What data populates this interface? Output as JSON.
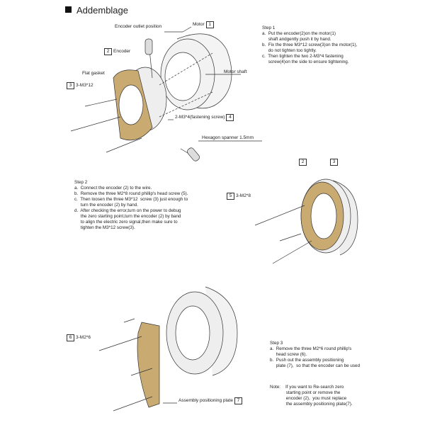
{
  "title": "Addemblage",
  "diagram1": {
    "encoder_outlet": "Encoder outlet position",
    "motor": "Motor",
    "motor_num": "1",
    "encoder": "Encoder",
    "encoder_num": "2",
    "flat_gasket": "Flat gasket",
    "screw3": "3-M3*12",
    "screw3_num": "3",
    "motor_shaft": "Motor shaft",
    "fastening": "2-M3*4(fastening screw)",
    "fastening_num": "4",
    "spanner": "Hexagon spanner 1.5mm"
  },
  "diagram2": {
    "num2": "2",
    "num3": "3",
    "screw5": "3-M2*8",
    "screw5_num": "5"
  },
  "diagram3": {
    "screw6": "3-M2*6",
    "screw6_num": "6",
    "plate": "Assembly positioning plate",
    "plate_num": "7"
  },
  "step1": {
    "heading": "Step 1",
    "lines": [
      "a.  Put the encoder(2)on the motor(1)",
      "     shaft andgently push it by hand.",
      "b.  Fix the three M3*12 screw(3)on the motor(1),",
      "     do not tighten too tightly.",
      "c.  Then tighten the two 2-M3*4 fastening",
      "     screw(4)on the side to ensure tightening."
    ]
  },
  "step2": {
    "heading": "Step 2",
    "lines": [
      "a.  Connect the encoder (2) to the wire.",
      "b.  Remove the three M2*8 round phillip's head screw (5).",
      "c.  Then loosen the three M3*12  screw (3) just enough to",
      "     turn the encoder (2) by hand.",
      "d.  After checking the error,turn on the power to debug",
      "     the zero starting point,turn the encoder (2) by band",
      "     to align the electric zero signal,then make sure to",
      "     tighten the M3*12 screw(3)."
    ]
  },
  "step3": {
    "heading": "Step 3",
    "lines": [
      "a.  Remove the three M2*6 round phillip's",
      "     head screw (6).",
      "b.  Push out the assembly positioning",
      "     plate (7),  so that the encoder can be used"
    ]
  },
  "note": {
    "lines": [
      "Note:    If you want to Re-search zero",
      "             starting point or remove the",
      "             encoder (2),  you must replace",
      "             the assembly positioning plate(7)."
    ]
  },
  "colors": {
    "gold": "#c9ab72",
    "metal": "#e8e8e8",
    "line": "#333333"
  }
}
